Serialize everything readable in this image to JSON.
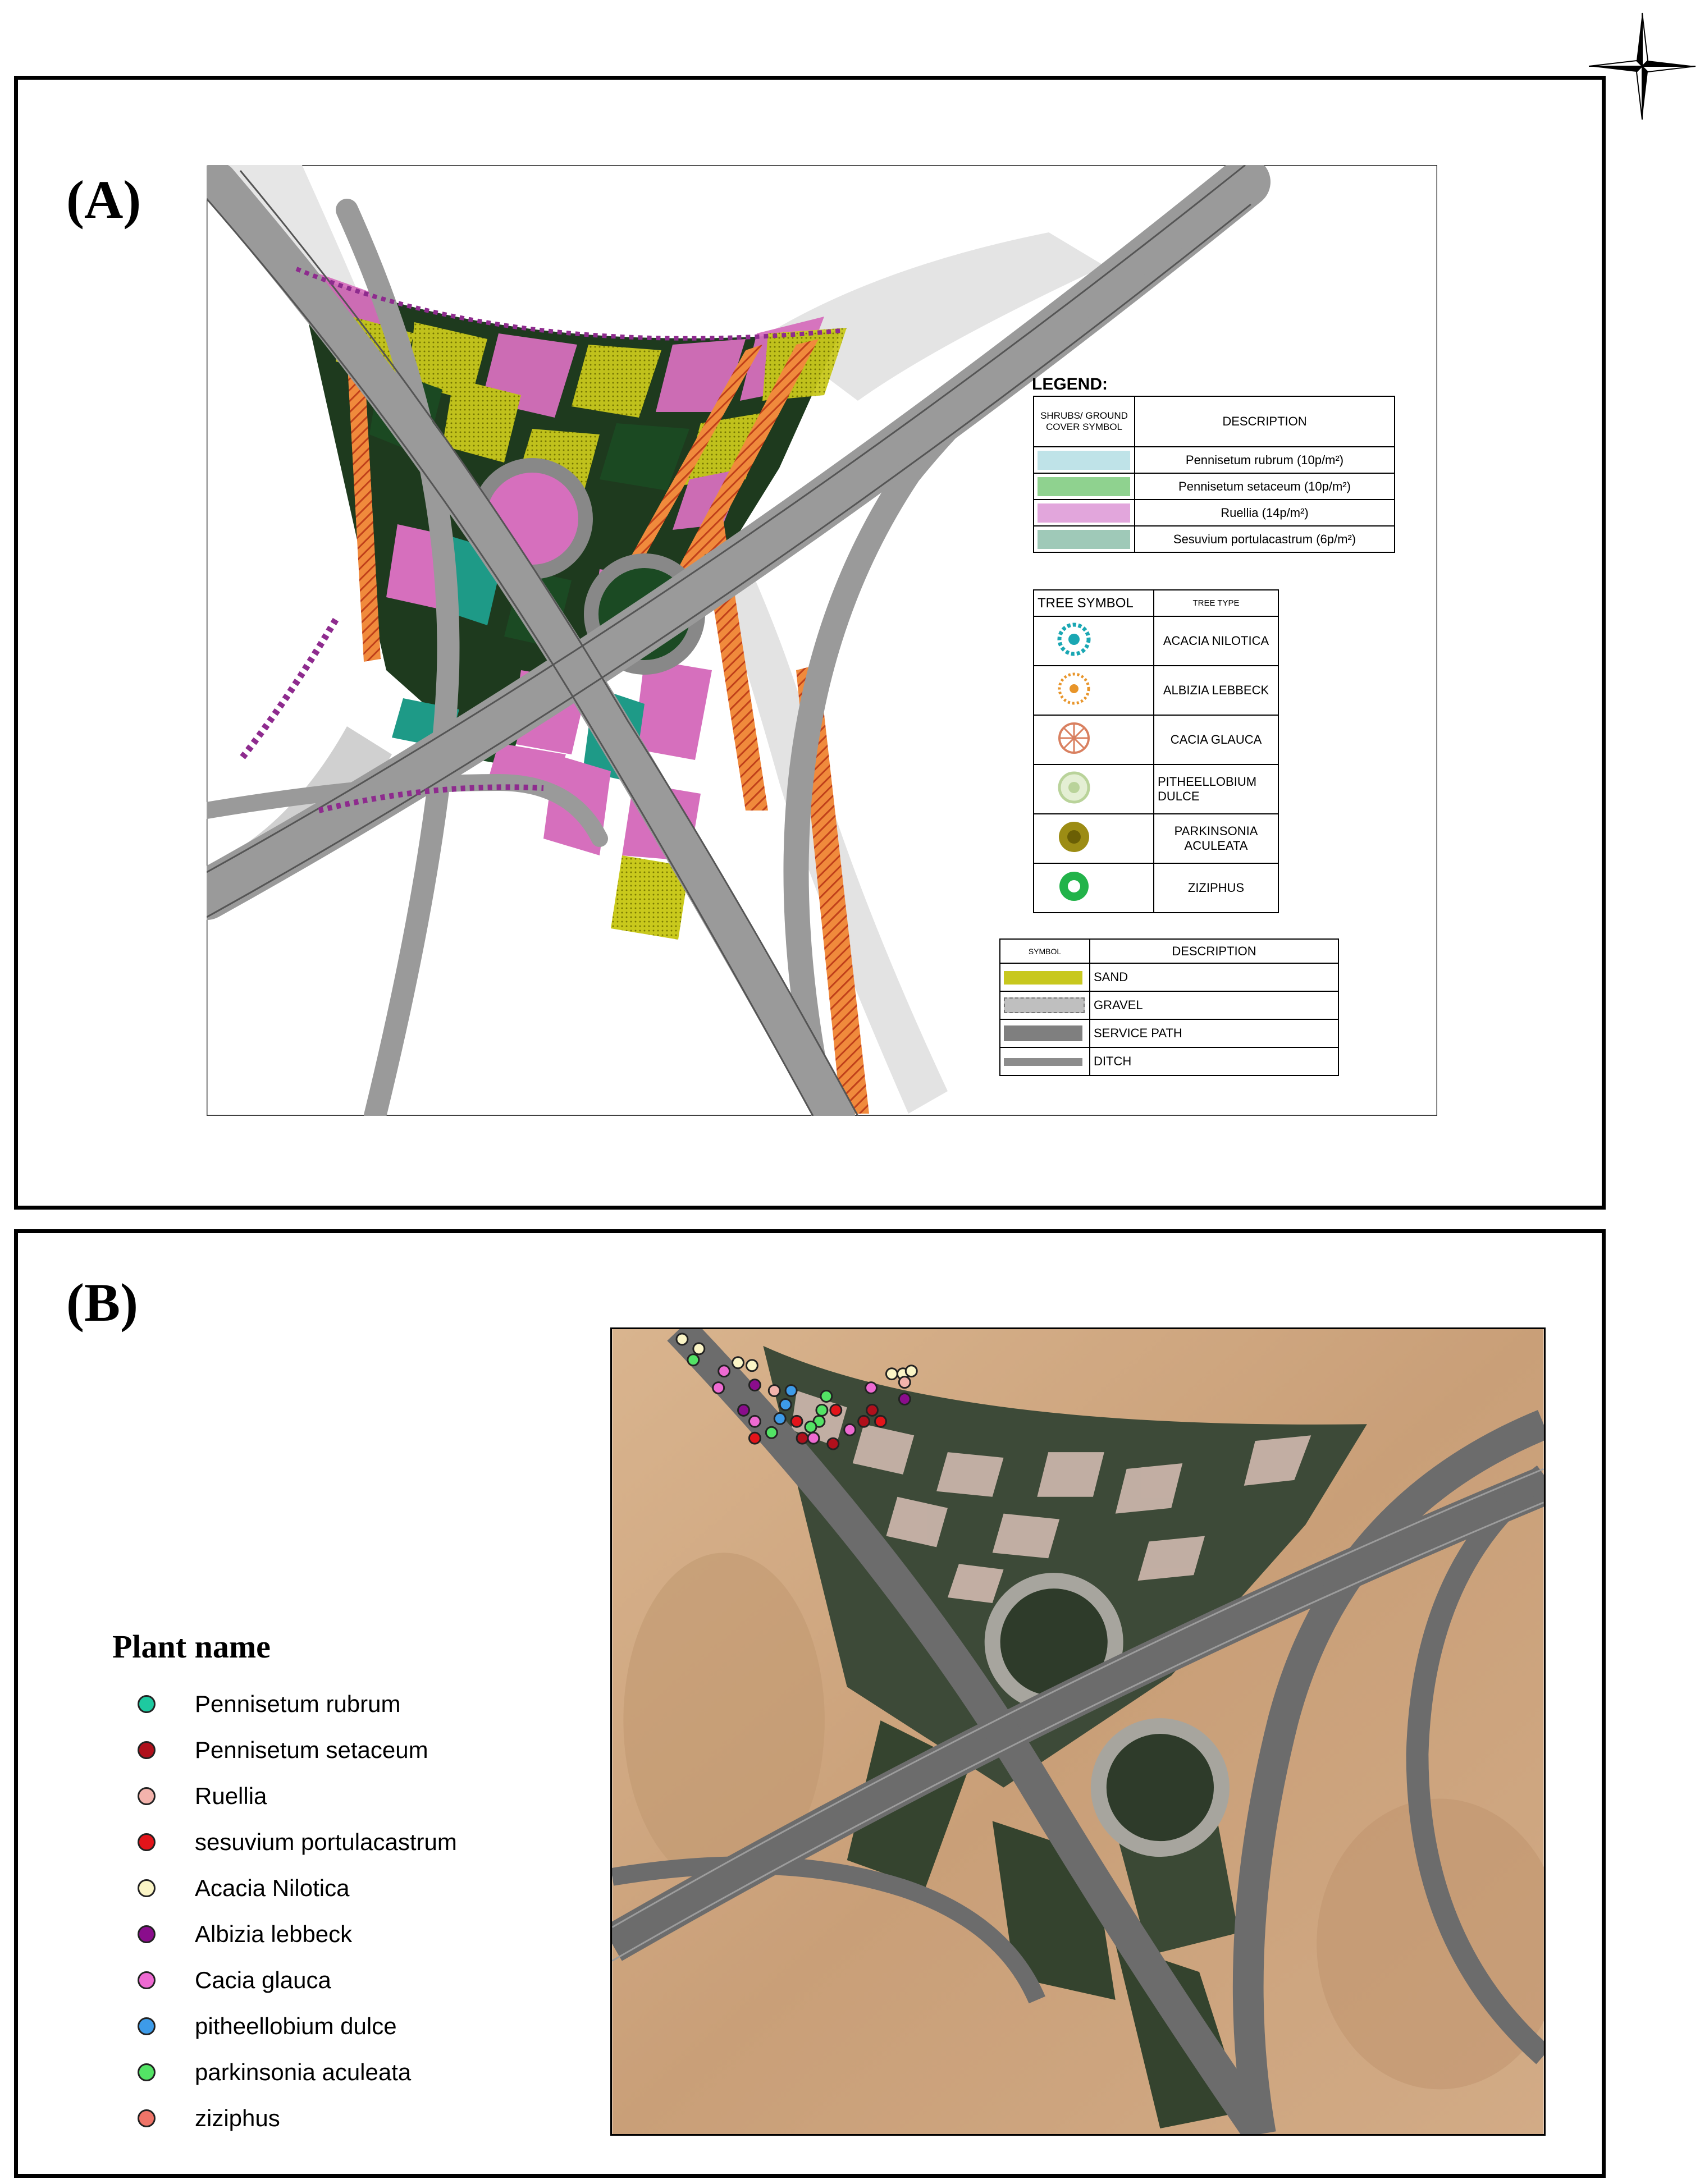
{
  "panel_a": {
    "label": "(A)",
    "shrub_legend": {
      "title": "LEGEND:",
      "header_symbol": "SHRUBS/ GROUND COVER SYMBOL",
      "header_description": "DESCRIPTION",
      "rows": [
        {
          "description": "Pennisetum rubrum (10p/m²)",
          "color": "#bfe3e8"
        },
        {
          "description": "Pennisetum setaceum (10p/m²)",
          "color": "#8fd28f"
        },
        {
          "description": "Ruellia (14p/m²)",
          "color": "#e2a6dc"
        },
        {
          "description": "Sesuvium portulacastrum (6p/m²)",
          "color": "#9fc9b8"
        }
      ]
    },
    "tree_legend": {
      "header_symbol": "TREE SYMBOL",
      "header_type": "TREE TYPE",
      "rows": [
        {
          "name": "ACACIA NILOTICA",
          "color": "#1aa7b3"
        },
        {
          "name": "ALBIZIA LEBBECK",
          "color": "#e8952a"
        },
        {
          "name": "CACIA GLAUCA",
          "color": "#d98060"
        },
        {
          "name": "PITHEELLOBIUM DULCE",
          "color": "#b9d39a"
        },
        {
          "name": "PARKINSONIA ACULEATA",
          "color": "#9c8c14"
        },
        {
          "name": "ZIZIPHUS",
          "color": "#22b34a"
        }
      ]
    },
    "material_legend": {
      "header_symbol": "SYMBOL",
      "header_description": "DESCRIPTION",
      "rows": [
        {
          "description": "SAND",
          "color": "#c8c81e"
        },
        {
          "description": "GRAVEL",
          "color": "#bfbfbf"
        },
        {
          "description": "SERVICE PATH",
          "color": "#7f7f7f"
        },
        {
          "description": "DITCH",
          "color": "#8c8c8c"
        }
      ]
    }
  },
  "panel_b": {
    "label": "(B)",
    "legend_title": "Plant name",
    "plants": [
      {
        "name": "Pennisetum rubrum",
        "color": "#1ec9a0"
      },
      {
        "name": "Pennisetum setaceum",
        "color": "#b0101c"
      },
      {
        "name": "Ruellia",
        "color": "#f3b3ac"
      },
      {
        "name": "sesuvium portulacastrum",
        "color": "#e3141a"
      },
      {
        "name": "Acacia Nilotica",
        "color": "#fbf5c6"
      },
      {
        "name": "Albizia lebbeck",
        "color": "#8a0d8c"
      },
      {
        "name": "Cacia glauca",
        "color": "#ee6ad2"
      },
      {
        "name": "pitheellobium dulce",
        "color": "#3d9be9"
      },
      {
        "name": "parkinsonia aculeata",
        "color": "#53e365"
      },
      {
        "name": "ziziphus",
        "color": "#ef7468"
      }
    ]
  }
}
